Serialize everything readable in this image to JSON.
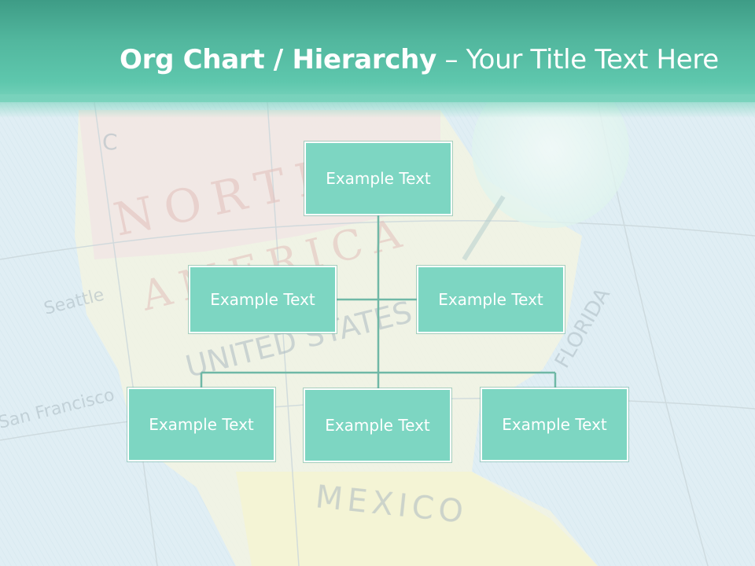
{
  "slide": {
    "title_bold": "Org Chart / Hierarchy",
    "title_sep": " – ",
    "title_rest": "Your Title Text Here"
  },
  "map_labels": {
    "north": "NORTH",
    "america": "AMERICA",
    "united_states": "UNITED STATES",
    "mexico": "MEXICO",
    "seattle": "Seattle",
    "san_francisco": "San Francisco",
    "florida": "FLORIDA",
    "canada_letter": "C"
  },
  "org": {
    "root": "Example Text",
    "assistant_left": "Example Text",
    "assistant_right": "Example Text",
    "children": [
      "Example Text",
      "Example Text",
      "Example Text"
    ]
  },
  "colors": {
    "header": "#52b79e",
    "box_fill": "#7dd6c2",
    "box_border": "#ffffff",
    "connector": "#6fb8a6",
    "title_text": "#ffffff"
  }
}
